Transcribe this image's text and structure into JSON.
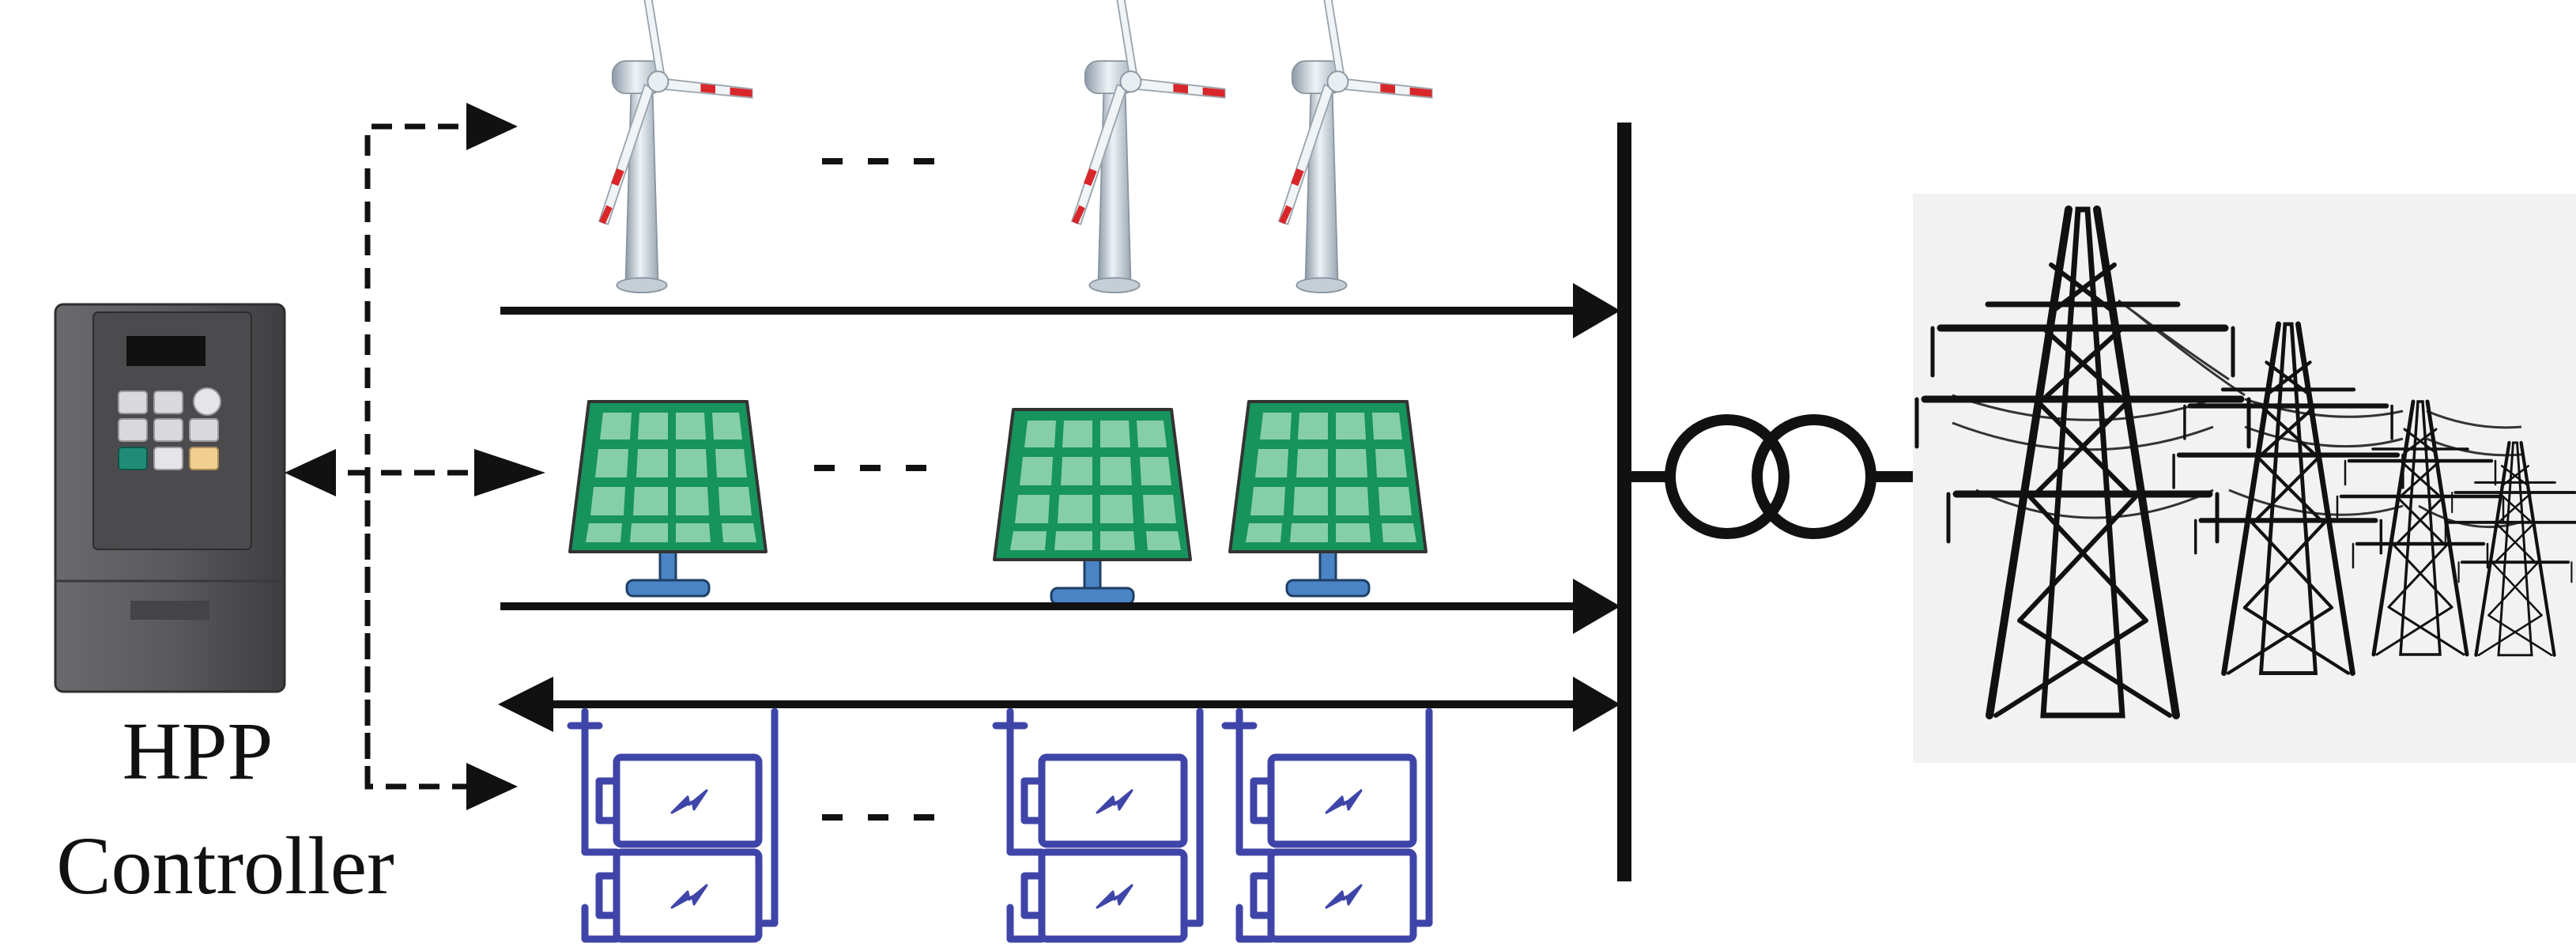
{
  "controller": {
    "label_line1": "HPP",
    "label_line2": "Controller",
    "device_icon": "inverter-device-icon"
  },
  "rows": [
    {
      "name": "wind-turbines",
      "icon": "wind-turbine-icon",
      "count_shown": 3,
      "ellipsis": true
    },
    {
      "name": "solar-panels",
      "icon": "solar-panel-icon",
      "count_shown": 3,
      "ellipsis": true
    },
    {
      "name": "batteries",
      "icon": "battery-icon",
      "count_shown": 3,
      "ellipsis": true
    }
  ],
  "grid": {
    "transformer_icon": "transformer-icon",
    "transmission_icon": "transmission-tower-icon",
    "tower_count": 4
  },
  "colors": {
    "line": "#111111",
    "panel_dark": "#17935c",
    "panel_light": "#86cfa6",
    "panel_stand": "#4a84c4",
    "battery": "#3f45a8",
    "turbine_red": "#d8272a",
    "turbine_body": "#c9d3dc",
    "device_body": "#5b5b5e"
  }
}
